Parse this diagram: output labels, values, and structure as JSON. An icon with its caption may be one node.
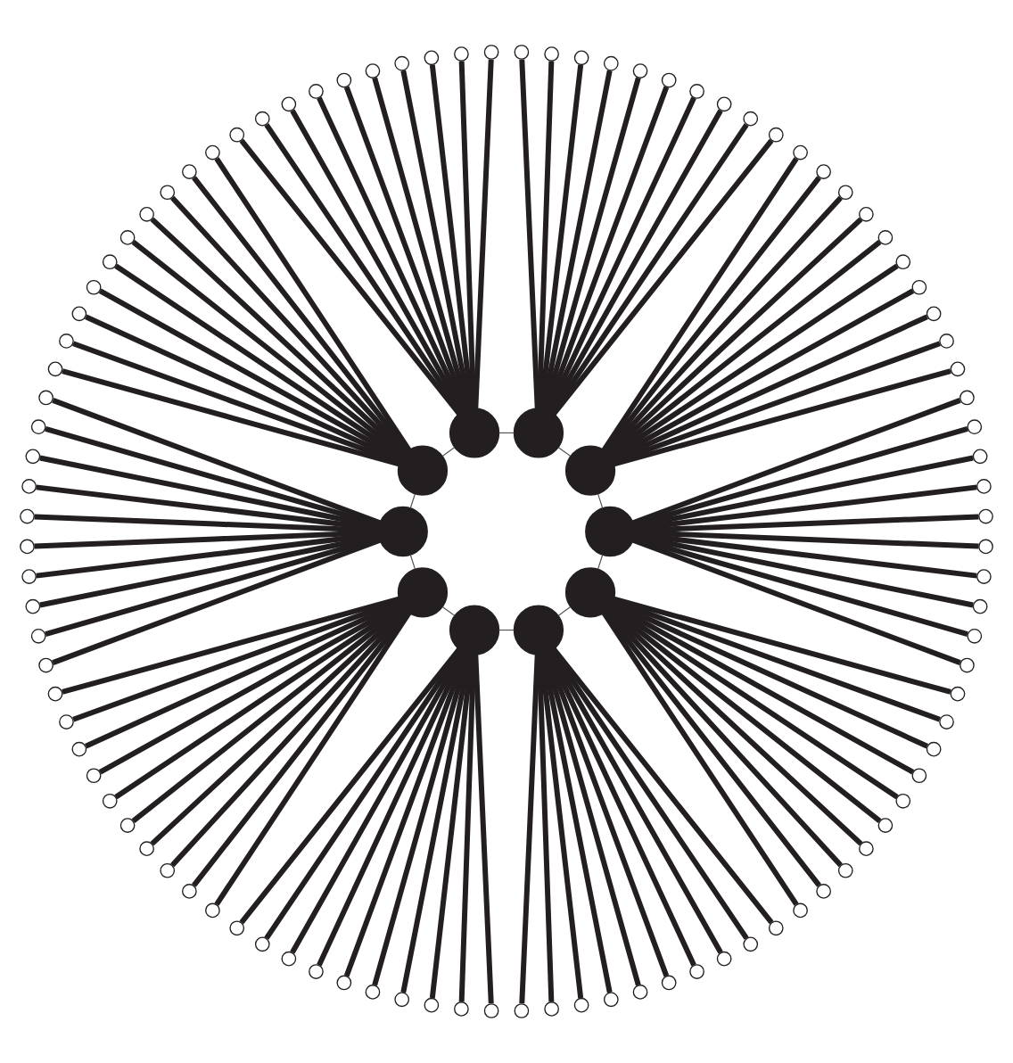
{
  "diagram": {
    "nodes": [
      {
        "text": [],
        "shape": "circle"
      },
      {
        "text": [],
        "shape": "circle"
      },
      {
        "text": [],
        "shape": "circle"
      },
      {
        "text": [],
        "shape": "circle"
      },
      {
        "text": [],
        "shape": "circle"
      },
      {
        "text": [],
        "shape": "circle"
      },
      {
        "text": [],
        "shape": "circle"
      },
      {
        "text": [],
        "shape": "circle"
      },
      {
        "text": [],
        "shape": "circle"
      },
      {
        "text": [],
        "shape": "circle"
      },
      {
        "text": [],
        "shape": "circle"
      },
      {
        "text": [],
        "shape": "circle"
      },
      {
        "text": [],
        "shape": "circle"
      },
      {
        "text": [],
        "shape": "circle"
      },
      {
        "text": [],
        "shape": "circle"
      },
      {
        "text": [],
        "shape": "circle"
      },
      {
        "text": [],
        "shape": "circle"
      },
      {
        "text": [],
        "shape": "circle"
      },
      {
        "text": [],
        "shape": "circle"
      },
      {
        "text": [],
        "shape": "circle"
      },
      {
        "text": [],
        "shape": "circle"
      },
      {
        "text": [],
        "shape": "circle"
      },
      {
        "text": [],
        "shape": "circle"
      },
      {
        "text": [],
        "shape": "circle"
      },
      {
        "text": [],
        "shape": "circle"
      },
      {
        "text": [],
        "shape": "circle"
      },
      {
        "text": [],
        "shape": "circle"
      },
      {
        "text": [],
        "shape": "circle"
      },
      {
        "text": [],
        "shape": "circle"
      },
      {
        "text": [],
        "shape": "circle"
      },
      {
        "text": [],
        "shape": "circle"
      },
      {
        "text": [],
        "shape": "circle"
      },
      {
        "text": [],
        "shape": "circle"
      },
      {
        "text": [],
        "shape": "circle"
      },
      {
        "text": [],
        "shape": "circle"
      },
      {
        "text": [],
        "shape": "circle"
      },
      {
        "text": [],
        "shape": "circle"
      },
      {
        "text": [],
        "shape": "circle"
      },
      {
        "text": [],
        "shape": "circle"
      },
      {
        "text": [],
        "shape": "circle"
      },
      {
        "text": [],
        "shape": "circle"
      },
      {
        "text": [],
        "shape": "circle"
      },
      {
        "text": [],
        "shape": "circle"
      },
      {
        "text": [],
        "shape": "circle"
      },
      {
        "text": [],
        "shape": "circle"
      },
      {
        "text": [],
        "shape": "circle"
      },
      {
        "text": [],
        "shape": "circle"
      },
      {
        "text": [],
        "shape": "circle"
      },
      {
        "text": [],
        "shape": "circle"
      },
      {
        "text": [],
        "shape": "circle"
      },
      {
        "text": [],
        "shape": "circle"
      },
      {
        "text": [],
        "shape": "circle"
      },
      {
        "text": [],
        "shape": "circle"
      },
      {
        "text": [],
        "shape": "circle"
      },
      {
        "text": [],
        "shape": "circle"
      },
      {
        "text": [],
        "shape": "circle"
      },
      {
        "text": [],
        "shape": "circle"
      },
      {
        "text": [],
        "shape": "circle"
      },
      {
        "text": [],
        "shape": "circle"
      },
      {
        "text": [],
        "shape": "circle"
      },
      {
        "text": [],
        "shape": "circle"
      },
      {
        "text": [],
        "shape": "circle"
      },
      {
        "text": [],
        "shape": "circle"
      },
      {
        "text": [],
        "shape": "circle"
      },
      {
        "text": [],
        "shape": "circle"
      },
      {
        "text": [],
        "shape": "circle"
      },
      {
        "text": [],
        "shape": "circle"
      },
      {
        "text": [],
        "shape": "circle"
      },
      {
        "text": [],
        "shape": "circle"
      },
      {
        "text": [],
        "shape": "circle"
      },
      {
        "text": [],
        "shape": "circle"
      },
      {
        "text": [],
        "shape": "circle"
      },
      {
        "text": [],
        "shape": "circle"
      },
      {
        "text": [],
        "shape": "circle"
      },
      {
        "text": [],
        "shape": "circle"
      },
      {
        "text": [],
        "shape": "circle"
      },
      {
        "text": [],
        "shape": "circle"
      },
      {
        "text": [],
        "shape": "circle"
      },
      {
        "text": [],
        "shape": "circle"
      },
      {
        "text": [],
        "shape": "circle"
      },
      {
        "text": [],
        "shape": "circle"
      },
      {
        "text": [],
        "shape": "circle"
      },
      {
        "text": [],
        "shape": "circle"
      },
      {
        "text": [],
        "shape": "circle"
      },
      {
        "text": [],
        "shape": "circle"
      },
      {
        "text": [],
        "shape": "circle"
      },
      {
        "text": [],
        "shape": "circle"
      },
      {
        "text": [],
        "shape": "circle"
      },
      {
        "text": [],
        "shape": "circle"
      },
      {
        "text": [],
        "shape": "circle"
      },
      {
        "text": [],
        "shape": "circle"
      },
      {
        "text": [],
        "shape": "circle"
      },
      {
        "text": [],
        "shape": "circle"
      },
      {
        "text": [],
        "shape": "circle"
      },
      {
        "text": [],
        "shape": "circle"
      },
      {
        "text": [],
        "shape": "circle"
      },
      {
        "text": [],
        "shape": "circle"
      },
      {
        "text": [],
        "shape": "circle"
      },
      {
        "text": [],
        "shape": "circle"
      },
      {
        "text": [],
        "shape": "circle"
      },
      {
        "text": [],
        "shape": "circle"
      },
      {
        "text": [],
        "shape": "circle"
      },
      {
        "text": [],
        "shape": "circle"
      },
      {
        "text": [],
        "shape": "circle"
      },
      {
        "text": [],
        "shape": "circle"
      },
      {
        "text": [],
        "shape": "circle"
      },
      {
        "text": [],
        "shape": "circle"
      },
      {
        "text": [],
        "shape": "circle"
      },
      {
        "text": [],
        "shape": "circle"
      },
      {
        "text": [],
        "shape": "circle"
      }
    ],
    "edges": [
      {
        "from": 0,
        "to": 1,
        "arrow": "none"
      },
      {
        "from": 1,
        "to": 2,
        "arrow": "none"
      },
      {
        "from": 2,
        "to": 3,
        "arrow": "none"
      },
      {
        "from": 3,
        "to": 4,
        "arrow": "none"
      },
      {
        "from": 4,
        "to": 5,
        "arrow": "none"
      },
      {
        "from": 5,
        "to": 6,
        "arrow": "none"
      },
      {
        "from": 6,
        "to": 7,
        "arrow": "none"
      },
      {
        "from": 7,
        "to": 8,
        "arrow": "none"
      },
      {
        "from": 8,
        "to": 9,
        "arrow": "none"
      },
      {
        "from": 9,
        "to": 0,
        "arrow": "none"
      },
      {
        "from": 0,
        "to": 10,
        "arrow": "none"
      },
      {
        "from": 0,
        "to": 11,
        "arrow": "none"
      },
      {
        "from": 0,
        "to": 12,
        "arrow": "none"
      },
      {
        "from": 0,
        "to": 13,
        "arrow": "none"
      },
      {
        "from": 0,
        "to": 14,
        "arrow": "none"
      },
      {
        "from": 0,
        "to": 15,
        "arrow": "none"
      },
      {
        "from": 0,
        "to": 16,
        "arrow": "none"
      },
      {
        "from": 0,
        "to": 17,
        "arrow": "none"
      },
      {
        "from": 0,
        "to": 18,
        "arrow": "none"
      },
      {
        "from": 0,
        "to": 19,
        "arrow": "none"
      },
      {
        "from": 1,
        "to": 20,
        "arrow": "none"
      },
      {
        "from": 1,
        "to": 21,
        "arrow": "none"
      },
      {
        "from": 1,
        "to": 22,
        "arrow": "none"
      },
      {
        "from": 1,
        "to": 23,
        "arrow": "none"
      },
      {
        "from": 1,
        "to": 24,
        "arrow": "none"
      },
      {
        "from": 1,
        "to": 25,
        "arrow": "none"
      },
      {
        "from": 1,
        "to": 26,
        "arrow": "none"
      },
      {
        "from": 1,
        "to": 27,
        "arrow": "none"
      },
      {
        "from": 1,
        "to": 28,
        "arrow": "none"
      },
      {
        "from": 1,
        "to": 29,
        "arrow": "none"
      },
      {
        "from": 2,
        "to": 30,
        "arrow": "none"
      },
      {
        "from": 2,
        "to": 31,
        "arrow": "none"
      },
      {
        "from": 2,
        "to": 32,
        "arrow": "none"
      },
      {
        "from": 2,
        "to": 33,
        "arrow": "none"
      },
      {
        "from": 2,
        "to": 34,
        "arrow": "none"
      },
      {
        "from": 2,
        "to": 35,
        "arrow": "none"
      },
      {
        "from": 2,
        "to": 36,
        "arrow": "none"
      },
      {
        "from": 2,
        "to": 37,
        "arrow": "none"
      },
      {
        "from": 2,
        "to": 38,
        "arrow": "none"
      },
      {
        "from": 2,
        "to": 39,
        "arrow": "none"
      },
      {
        "from": 3,
        "to": 40,
        "arrow": "none"
      },
      {
        "from": 3,
        "to": 41,
        "arrow": "none"
      },
      {
        "from": 3,
        "to": 42,
        "arrow": "none"
      },
      {
        "from": 3,
        "to": 43,
        "arrow": "none"
      },
      {
        "from": 3,
        "to": 44,
        "arrow": "none"
      },
      {
        "from": 3,
        "to": 45,
        "arrow": "none"
      },
      {
        "from": 3,
        "to": 46,
        "arrow": "none"
      },
      {
        "from": 3,
        "to": 47,
        "arrow": "none"
      },
      {
        "from": 3,
        "to": 48,
        "arrow": "none"
      },
      {
        "from": 3,
        "to": 49,
        "arrow": "none"
      },
      {
        "from": 4,
        "to": 50,
        "arrow": "none"
      },
      {
        "from": 4,
        "to": 51,
        "arrow": "none"
      },
      {
        "from": 4,
        "to": 52,
        "arrow": "none"
      },
      {
        "from": 4,
        "to": 53,
        "arrow": "none"
      },
      {
        "from": 4,
        "to": 54,
        "arrow": "none"
      },
      {
        "from": 4,
        "to": 55,
        "arrow": "none"
      },
      {
        "from": 4,
        "to": 56,
        "arrow": "none"
      },
      {
        "from": 4,
        "to": 57,
        "arrow": "none"
      },
      {
        "from": 4,
        "to": 58,
        "arrow": "none"
      },
      {
        "from": 4,
        "to": 59,
        "arrow": "none"
      },
      {
        "from": 5,
        "to": 60,
        "arrow": "none"
      },
      {
        "from": 5,
        "to": 61,
        "arrow": "none"
      },
      {
        "from": 5,
        "to": 62,
        "arrow": "none"
      },
      {
        "from": 5,
        "to": 63,
        "arrow": "none"
      },
      {
        "from": 5,
        "to": 64,
        "arrow": "none"
      },
      {
        "from": 5,
        "to": 65,
        "arrow": "none"
      },
      {
        "from": 5,
        "to": 66,
        "arrow": "none"
      },
      {
        "from": 5,
        "to": 67,
        "arrow": "none"
      },
      {
        "from": 5,
        "to": 68,
        "arrow": "none"
      },
      {
        "from": 5,
        "to": 69,
        "arrow": "none"
      },
      {
        "from": 6,
        "to": 70,
        "arrow": "none"
      },
      {
        "from": 6,
        "to": 71,
        "arrow": "none"
      },
      {
        "from": 6,
        "to": 72,
        "arrow": "none"
      },
      {
        "from": 6,
        "to": 73,
        "arrow": "none"
      },
      {
        "from": 6,
        "to": 74,
        "arrow": "none"
      },
      {
        "from": 6,
        "to": 75,
        "arrow": "none"
      },
      {
        "from": 6,
        "to": 76,
        "arrow": "none"
      },
      {
        "from": 6,
        "to": 77,
        "arrow": "none"
      },
      {
        "from": 6,
        "to": 78,
        "arrow": "none"
      },
      {
        "from": 6,
        "to": 79,
        "arrow": "none"
      },
      {
        "from": 7,
        "to": 80,
        "arrow": "none"
      },
      {
        "from": 7,
        "to": 81,
        "arrow": "none"
      },
      {
        "from": 7,
        "to": 82,
        "arrow": "none"
      },
      {
        "from": 7,
        "to": 83,
        "arrow": "none"
      },
      {
        "from": 7,
        "to": 84,
        "arrow": "none"
      },
      {
        "from": 7,
        "to": 85,
        "arrow": "none"
      },
      {
        "from": 7,
        "to": 86,
        "arrow": "none"
      },
      {
        "from": 7,
        "to": 87,
        "arrow": "none"
      },
      {
        "from": 7,
        "to": 88,
        "arrow": "none"
      },
      {
        "from": 7,
        "to": 89,
        "arrow": "none"
      },
      {
        "from": 8,
        "to": 90,
        "arrow": "none"
      },
      {
        "from": 8,
        "to": 91,
        "arrow": "none"
      },
      {
        "from": 8,
        "to": 92,
        "arrow": "none"
      },
      {
        "from": 8,
        "to": 93,
        "arrow": "none"
      },
      {
        "from": 8,
        "to": 94,
        "arrow": "none"
      },
      {
        "from": 8,
        "to": 95,
        "arrow": "none"
      },
      {
        "from": 8,
        "to": 96,
        "arrow": "none"
      },
      {
        "from": 8,
        "to": 97,
        "arrow": "none"
      },
      {
        "from": 8,
        "to": 98,
        "arrow": "none"
      },
      {
        "from": 8,
        "to": 99,
        "arrow": "none"
      },
      {
        "from": 9,
        "to": 100,
        "arrow": "none"
      },
      {
        "from": 9,
        "to": 101,
        "arrow": "none"
      },
      {
        "from": 9,
        "to": 102,
        "arrow": "none"
      },
      {
        "from": 9,
        "to": 103,
        "arrow": "none"
      },
      {
        "from": 9,
        "to": 104,
        "arrow": "none"
      },
      {
        "from": 9,
        "to": 105,
        "arrow": "none"
      },
      {
        "from": 9,
        "to": 106,
        "arrow": "none"
      },
      {
        "from": 9,
        "to": 107,
        "arrow": "none"
      },
      {
        "from": 9,
        "to": 108,
        "arrow": "none"
      },
      {
        "from": 9,
        "to": 109,
        "arrow": "none"
      }
    ]
  }
}
